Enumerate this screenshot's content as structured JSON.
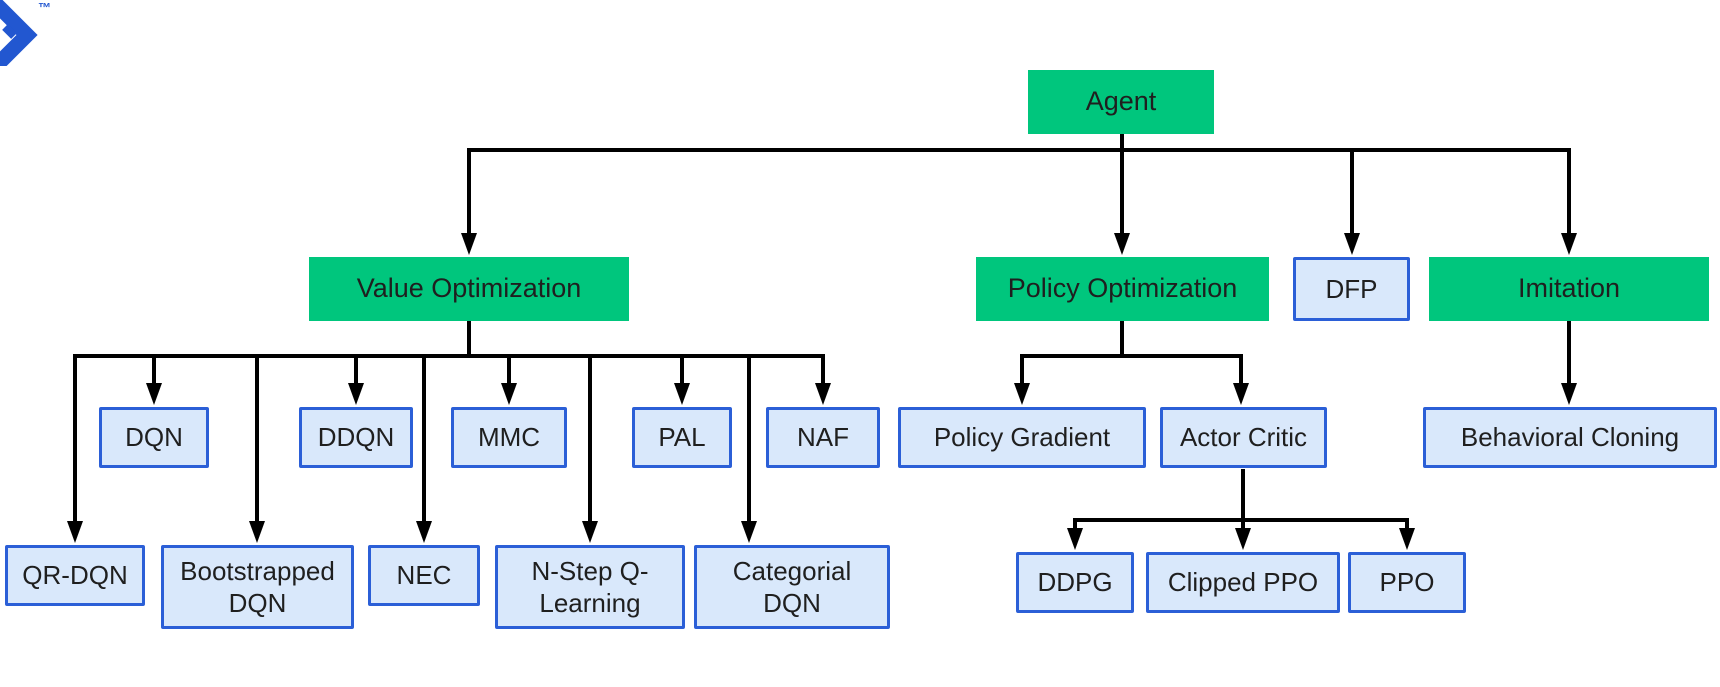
{
  "logo": {
    "trademark": "™"
  },
  "colors": {
    "green": "#00c67d",
    "blue_border": "#2b5fd7",
    "blue_fill": "#d9e8fb",
    "line": "#000000",
    "logo_blue": "#2257d0",
    "text": "#1f1f1f",
    "background": "#ffffff"
  },
  "diagram": {
    "nodes": [
      {
        "id": "agent",
        "label": "Agent",
        "variant": "green"
      },
      {
        "id": "value_optimization",
        "label": "Value Optimization",
        "variant": "green"
      },
      {
        "id": "policy_optimization",
        "label": "Policy Optimization",
        "variant": "green"
      },
      {
        "id": "dfp",
        "label": "DFP",
        "variant": "blue"
      },
      {
        "id": "imitation",
        "label": "Imitation",
        "variant": "green"
      },
      {
        "id": "dqn",
        "label": "DQN",
        "variant": "blue"
      },
      {
        "id": "ddqn",
        "label": "DDQN",
        "variant": "blue"
      },
      {
        "id": "mmc",
        "label": "MMC",
        "variant": "blue"
      },
      {
        "id": "pal",
        "label": "PAL",
        "variant": "blue"
      },
      {
        "id": "naf",
        "label": "NAF",
        "variant": "blue"
      },
      {
        "id": "qr_dqn",
        "label": "QR-DQN",
        "variant": "blue"
      },
      {
        "id": "bootstrapped_dqn",
        "label": "Bootstrapped DQN",
        "variant": "blue"
      },
      {
        "id": "nec",
        "label": "NEC",
        "variant": "blue"
      },
      {
        "id": "n_step_q_learning",
        "label": "N-Step Q-Learning",
        "variant": "blue"
      },
      {
        "id": "categorial_dqn",
        "label": "Categorial DQN",
        "variant": "blue"
      },
      {
        "id": "policy_gradient",
        "label": "Policy Gradient",
        "variant": "blue"
      },
      {
        "id": "actor_critic",
        "label": "Actor Critic",
        "variant": "blue"
      },
      {
        "id": "behavioral_cloning",
        "label": "Behavioral Cloning",
        "variant": "blue"
      },
      {
        "id": "ddpg",
        "label": "DDPG",
        "variant": "blue"
      },
      {
        "id": "clipped_ppo",
        "label": "Clipped PPO",
        "variant": "blue"
      },
      {
        "id": "ppo",
        "label": "PPO",
        "variant": "blue"
      }
    ],
    "edges": [
      {
        "from": "agent",
        "to": "value_optimization"
      },
      {
        "from": "agent",
        "to": "policy_optimization"
      },
      {
        "from": "agent",
        "to": "dfp"
      },
      {
        "from": "agent",
        "to": "imitation"
      },
      {
        "from": "value_optimization",
        "to": "qr_dqn"
      },
      {
        "from": "value_optimization",
        "to": "dqn"
      },
      {
        "from": "value_optimization",
        "to": "bootstrapped_dqn"
      },
      {
        "from": "value_optimization",
        "to": "ddqn"
      },
      {
        "from": "value_optimization",
        "to": "nec"
      },
      {
        "from": "value_optimization",
        "to": "mmc"
      },
      {
        "from": "value_optimization",
        "to": "n_step_q_learning"
      },
      {
        "from": "value_optimization",
        "to": "pal"
      },
      {
        "from": "value_optimization",
        "to": "categorial_dqn"
      },
      {
        "from": "value_optimization",
        "to": "naf"
      },
      {
        "from": "policy_optimization",
        "to": "policy_gradient"
      },
      {
        "from": "policy_optimization",
        "to": "actor_critic"
      },
      {
        "from": "actor_critic",
        "to": "ddpg"
      },
      {
        "from": "actor_critic",
        "to": "clipped_ppo"
      },
      {
        "from": "actor_critic",
        "to": "ppo"
      },
      {
        "from": "imitation",
        "to": "behavioral_cloning"
      }
    ]
  }
}
